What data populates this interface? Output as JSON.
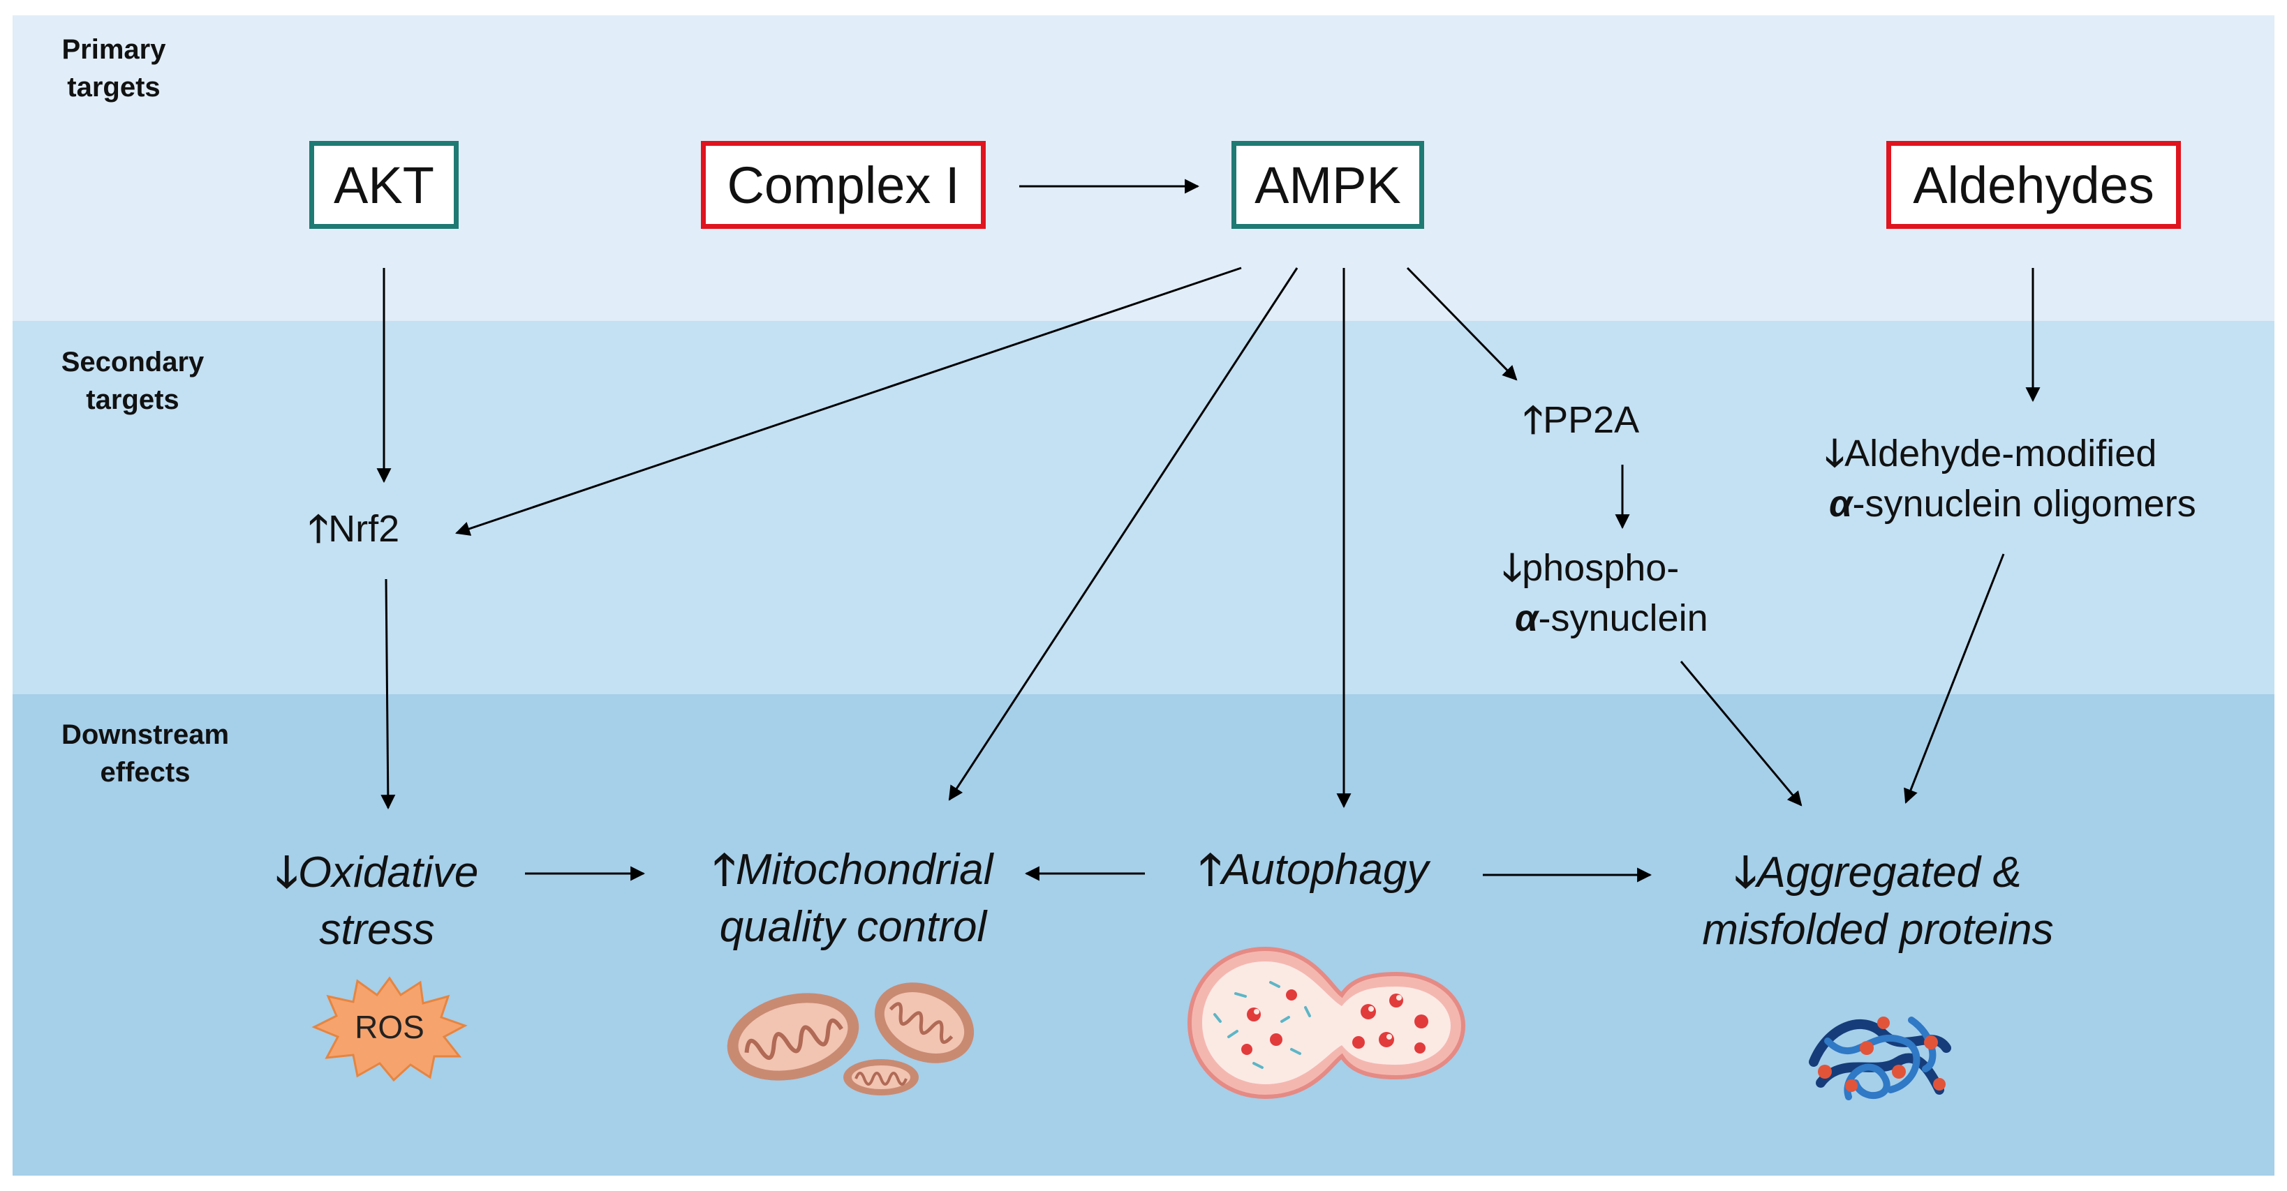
{
  "sections": {
    "primary": "Primary targets",
    "secondary": "Secondary targets",
    "downstream": "Downstream effects"
  },
  "primary_targets": {
    "akt": "AKT",
    "complex1": "Complex I",
    "ampk": "AMPK",
    "aldehydes": "Aldehydes"
  },
  "secondary_targets": {
    "nrf2": "Nrf2",
    "pp2a": "PP2A",
    "phospho_line1": "phospho-",
    "phospho_line2": "-synuclein",
    "aldehyde_line1": "Aldehyde-modified",
    "aldehyde_line2": "-synuclein oligomers",
    "alpha": "α"
  },
  "effects": {
    "oxidative_line1": "Oxidative",
    "oxidative_line2": "stress",
    "mito_line1": "Mitochondrial",
    "mito_line2": "quality control",
    "autophagy": "Autophagy",
    "aggregated_line1": "Aggregated &",
    "aggregated_line2": "misfolded proteins"
  },
  "icons": {
    "ros_label": "ROS"
  },
  "colors": {
    "teal_border": "#1f7a74",
    "red_border": "#e0141e",
    "band_primary": "#e1edf8",
    "band_secondary": "#c4e0f3",
    "band_downstream": "#a6cfe9"
  }
}
